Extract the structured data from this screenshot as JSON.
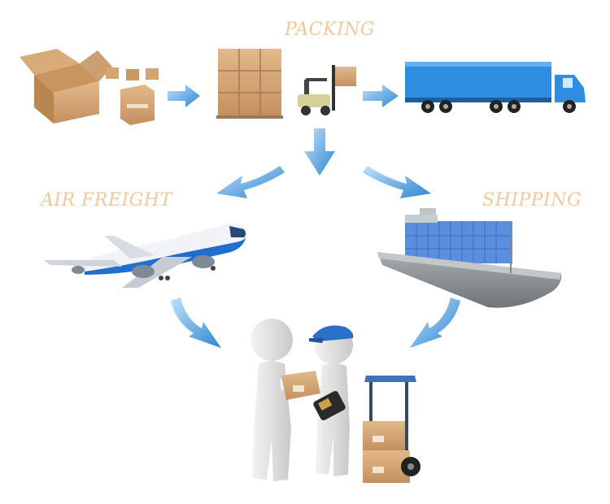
{
  "labels": {
    "packing": "PACKING",
    "air_freight": "AIR FREIGHT",
    "shipping": "SHIPPING"
  },
  "colors": {
    "label": "#f2c89a",
    "arrow": "#3a8fd6",
    "box": "#d2a070",
    "truck": "#2f8ee0",
    "plane_accent": "#1f6fd0",
    "ship_containers": "#5a8fe0",
    "hull": "#8a8f92",
    "figure": "#dcdcdc",
    "cap": "#2a70c8"
  },
  "icons": [
    "open-box-icon",
    "small-boxes-icon",
    "box-pallet-icon",
    "forklift-icon",
    "container-truck-icon",
    "airplane-icon",
    "cargo-ship-icon",
    "delivery-people-icon",
    "hand-truck-icon",
    "flow-arrow-icon"
  ]
}
